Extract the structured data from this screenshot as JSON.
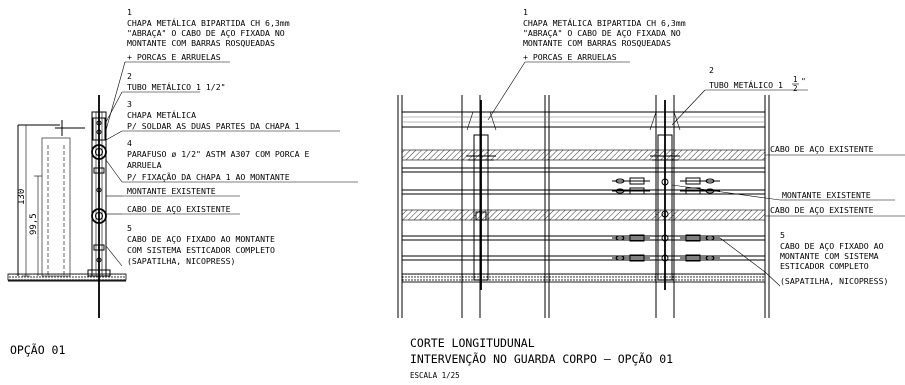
{
  "left_panel": {
    "notes": [
      {
        "num": "1",
        "lines": [
          "CHAPA METÁLICA  BIPARTIDA CH 6,3mm",
          "\"ABRAÇA\" O CABO DE AÇO FIXADA NO",
          "MONTANTE COM BARRAS ROSQUEADAS",
          "+ PORCAS E ARRUELAS"
        ]
      },
      {
        "num": "2",
        "lines": [
          "TUBO METÁLICO 1 1/2\""
        ]
      },
      {
        "num": "3",
        "lines": [
          "CHAPA METÁLICA",
          "P/ SOLDAR AS DUAS PARTES DA CHAPA 1"
        ]
      },
      {
        "num": "4",
        "lines": [
          "PARAFUSO ø 1/2\" ASTM A307 COM PORCA E",
          "ARRUELA",
          "P/ FIXAÇÃO DA CHAPA 1 AO MONTANTE"
        ]
      },
      {
        "num": "",
        "lines": [
          "MONTANTE EXISTENTE"
        ]
      },
      {
        "num": "",
        "lines": [
          "CABO DE AÇO EXISTENTE"
        ]
      },
      {
        "num": "5",
        "lines": [
          "CABO DE AÇO FIXADO AO MONTANTE",
          "COM SISTEMA ESTICADOR COMPLETO",
          "(SAPATILHA, NICOPRESS)"
        ]
      }
    ],
    "dim_outer": "130",
    "dim_inner": "99,5",
    "caption": "OPÇÃO 01"
  },
  "right_panel": {
    "note1": [
      "1",
      "CHAPA METÁLICA  BIPARTIDA CH 6,3mm",
      "\"ABRAÇA\" O CABO DE AÇO FIXADA NO",
      "MONTANTE COM BARRAS ROSQUEADAS",
      "+ PORCAS E ARRUELAS"
    ],
    "note2_num": "2",
    "note2_text": "TUBO METÁLICO 1",
    "note2_frac_num": "1",
    "note2_frac_den": "2",
    "note2_frac_mark": "\"",
    "label_cabo_1": "CABO DE AÇO EXISTENTE",
    "label_montante": "MONTANTE EXISTENTE",
    "label_cabo_2": "CABO DE AÇO EXISTENTE",
    "note5": [
      "5",
      "CABO DE AÇO FIXADO AO",
      "MONTANTE COM SISTEMA",
      "ESTICADOR COMPLETO",
      "(SAPATILHA, NICOPRESS)"
    ],
    "title_1": "CORTE LONGITUDUNAL",
    "title_2": "INTERVENÇÃO NO GUARDA CORPO – OPÇÃO 01",
    "scale": "ESCALA 1/25"
  }
}
